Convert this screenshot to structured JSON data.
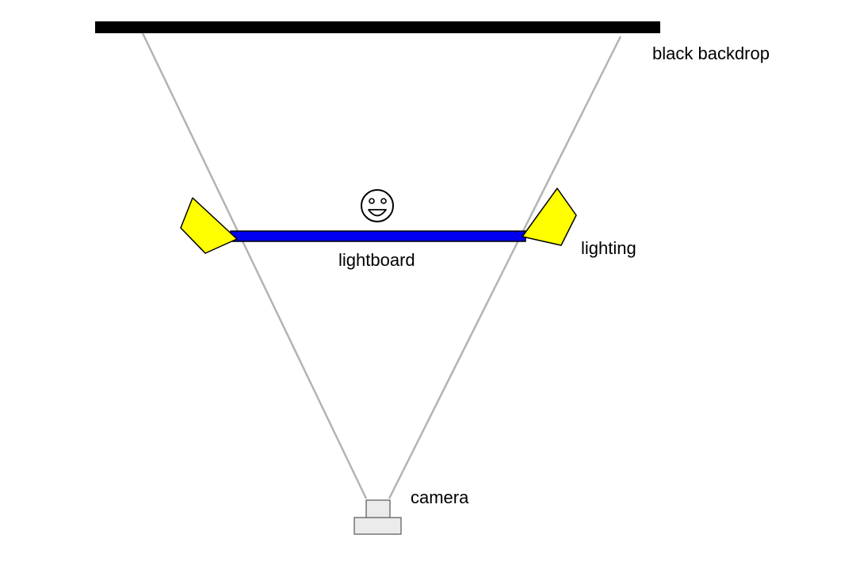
{
  "labels": {
    "backdrop": "black backdrop",
    "lightboard": "lightboard",
    "lighting": "lighting",
    "camera": "camera"
  },
  "colors": {
    "backdrop": "#000000",
    "lightboard": "#0000ee",
    "lighting": "#ffff00",
    "view_lines": "#b3b3b3",
    "camera_fill": "#ebebeb",
    "camera_stroke": "#555555"
  },
  "icons": {
    "presenter": "smiley-face-icon"
  }
}
